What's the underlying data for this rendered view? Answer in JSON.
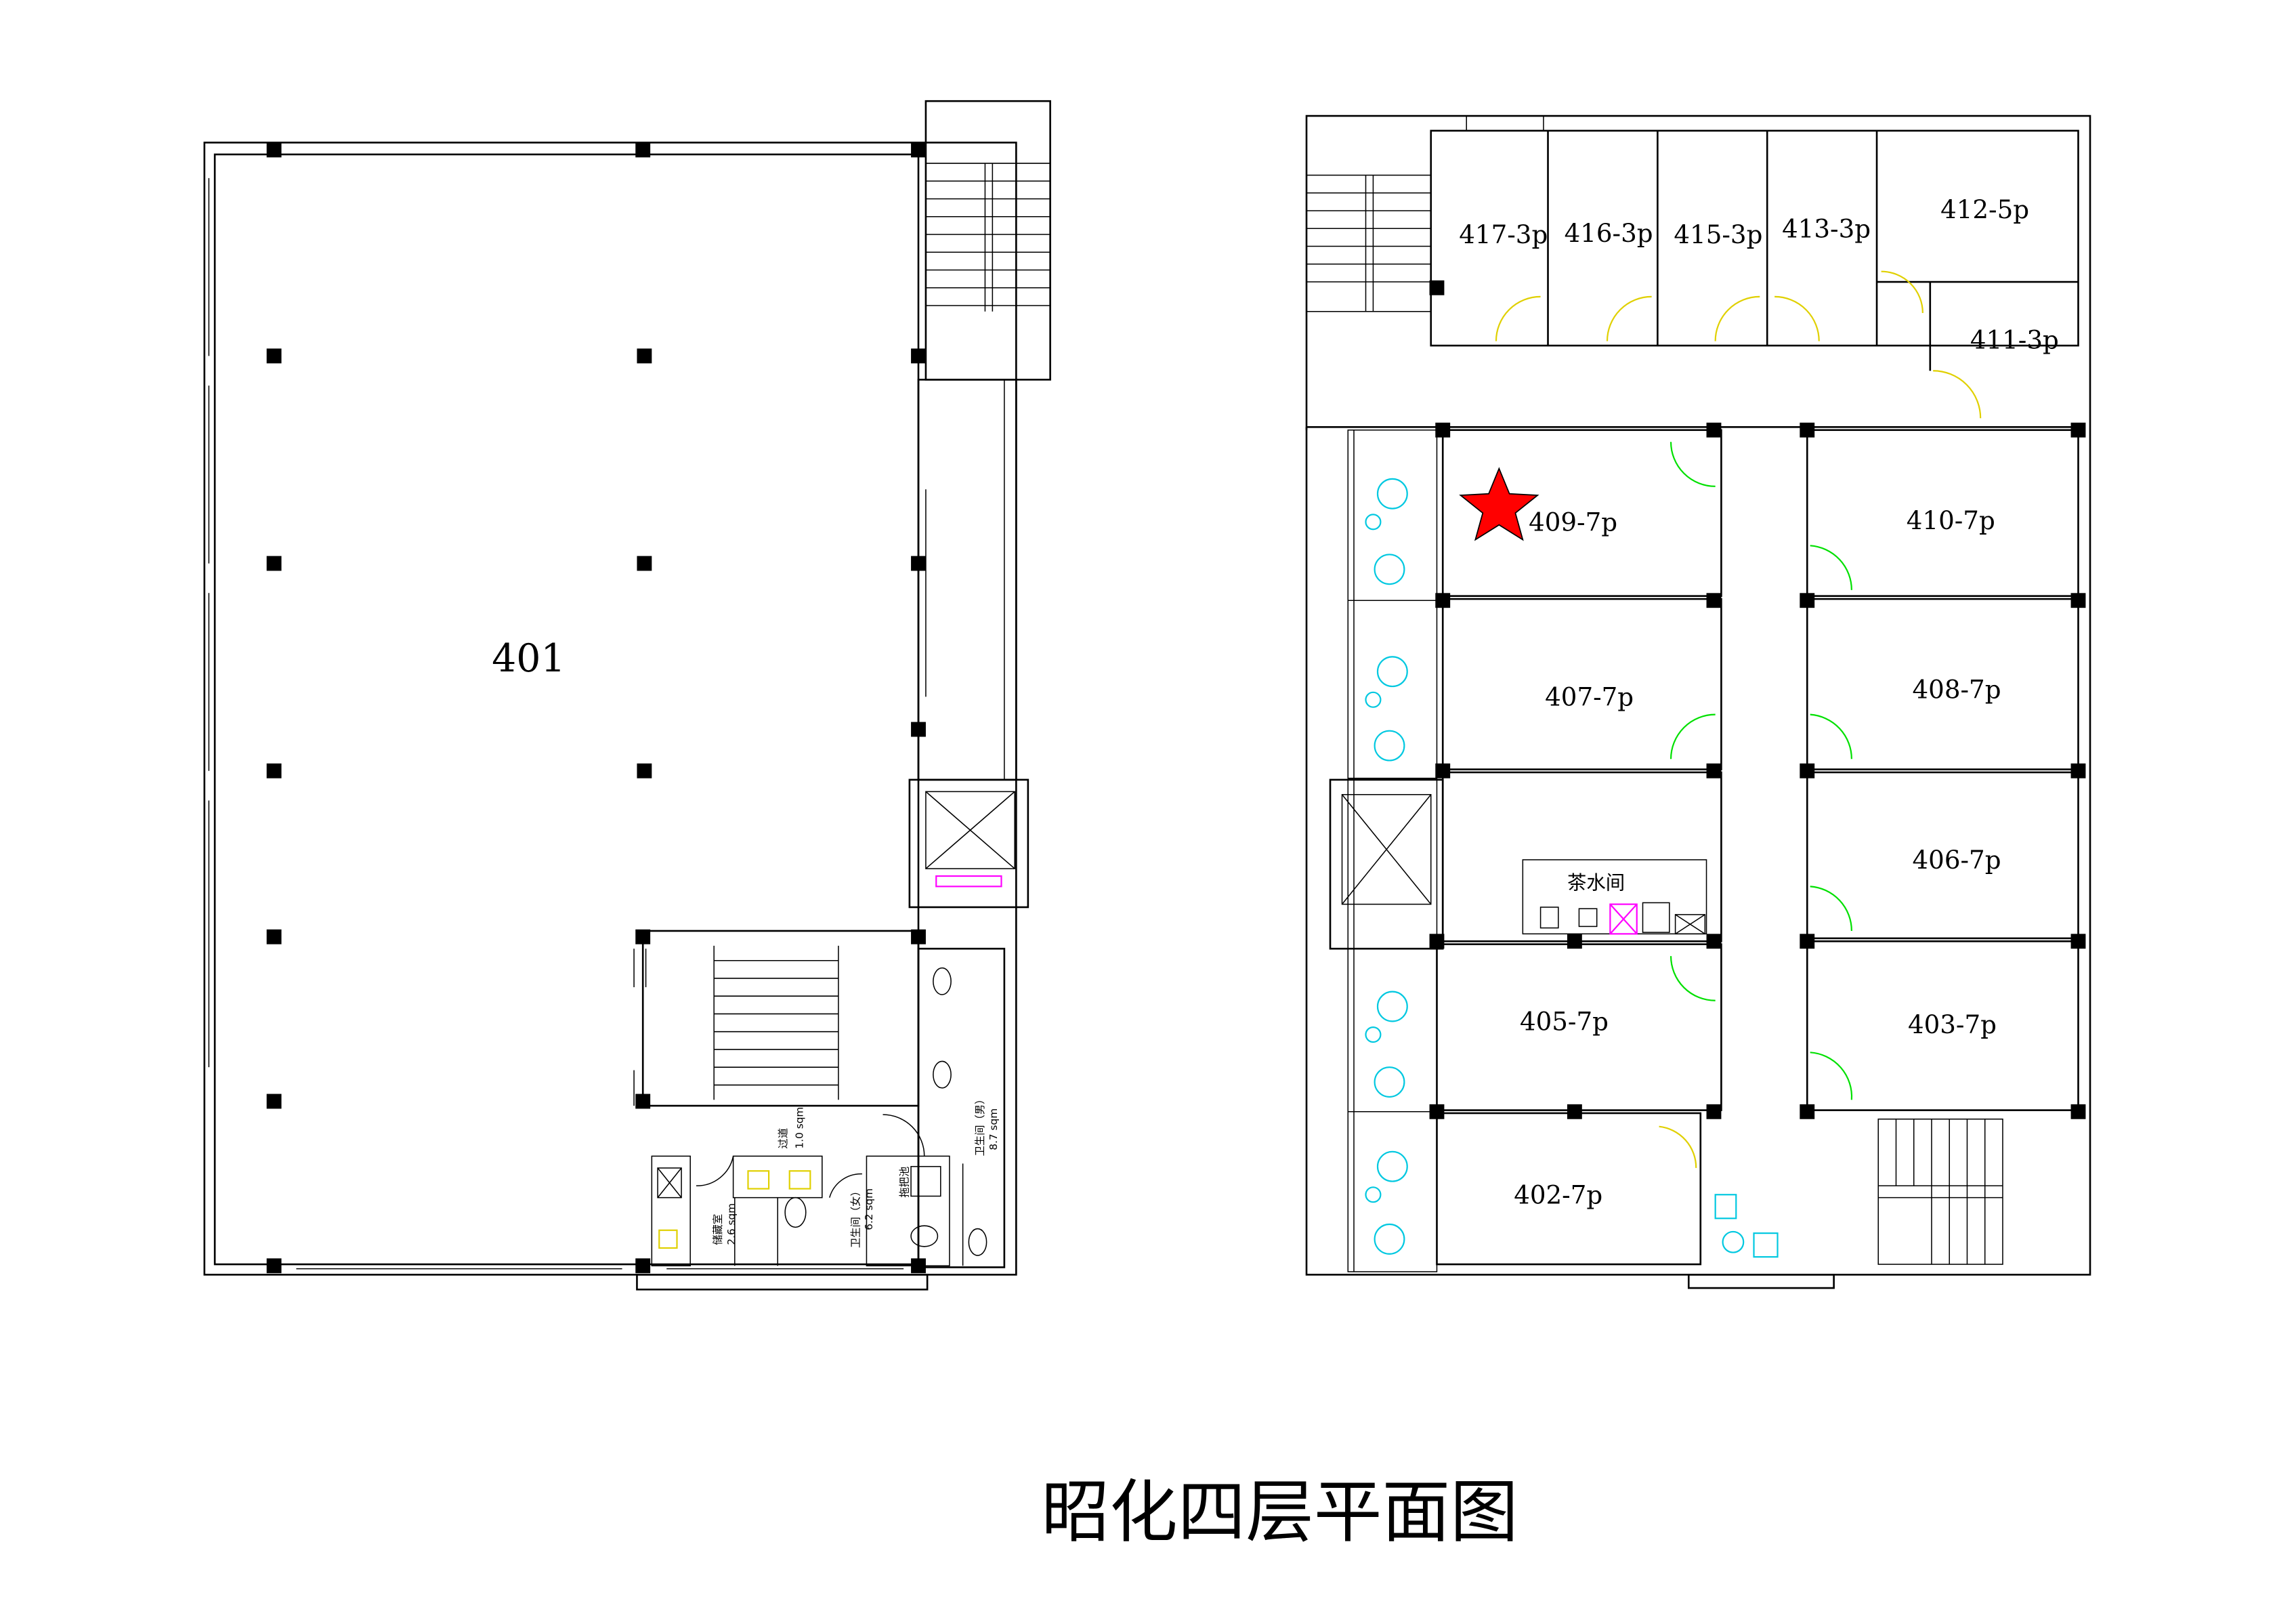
{
  "title": "昭化四层平面图",
  "left_plan": {
    "main_room": "401",
    "labels": {
      "corridor": "过道",
      "corridor_area": "1.0 sqm",
      "storage": "储藏室",
      "storage_area": "2.6 sqm",
      "wc_female": "卫生间（女）",
      "wc_female_area": "6.2 sqm",
      "mop_sink": "拖把池",
      "wc_male": "卫生间（男）",
      "wc_male_area": "8.7 sqm"
    }
  },
  "right_plan": {
    "rooms": {
      "r417": "417-3p",
      "r416": "416-3p",
      "r415": "415-3p",
      "r413": "413-3p",
      "r412": "412-5p",
      "r411": "411-3p",
      "r409": "409-7p",
      "r410": "410-7p",
      "r407": "407-7p",
      "r408": "408-7p",
      "r406": "406-7p",
      "r405": "405-7p",
      "r403": "403-7p",
      "r402": "402-7p"
    },
    "tea_room": "茶水间",
    "marker_color": "#ff0000"
  }
}
